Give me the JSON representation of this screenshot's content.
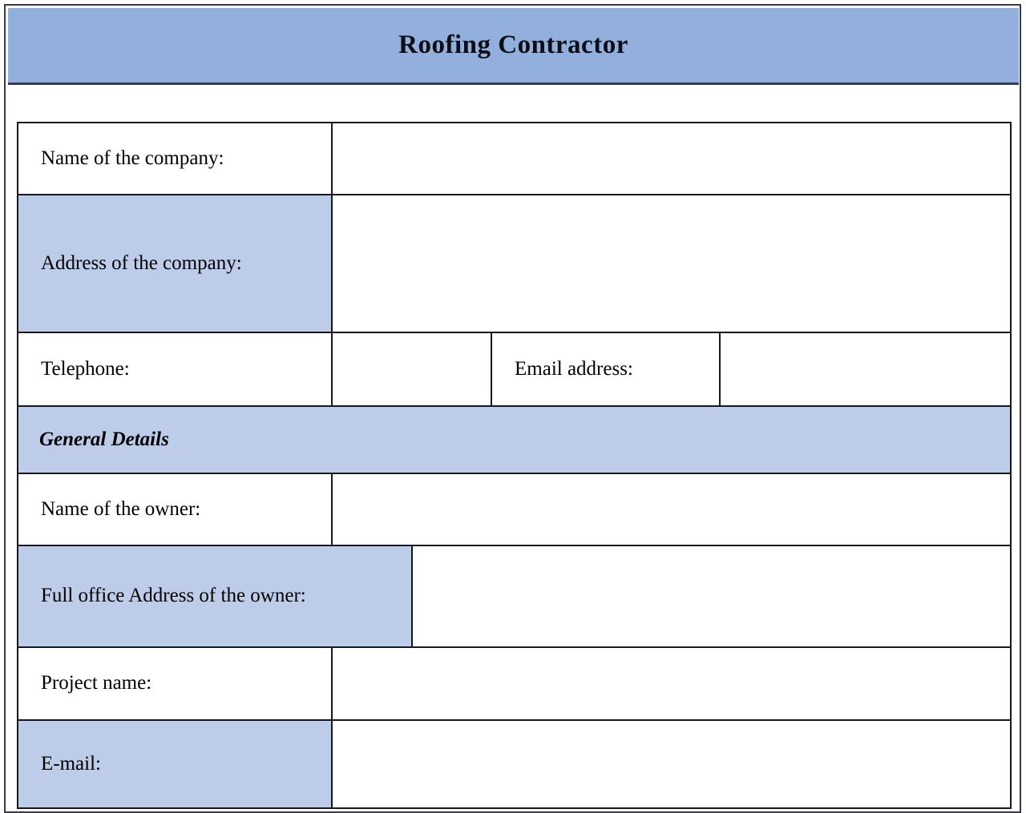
{
  "document": {
    "title": "Roofing Contractor",
    "colors": {
      "banner_blue": "#93b0dc",
      "cell_blue": "#bdcce8",
      "border": "#171722",
      "text": "#000000"
    }
  },
  "form": {
    "rows": [
      {
        "label": "Name of the company:",
        "value": "",
        "shaded": false
      },
      {
        "label": "Address of the company:",
        "value": "",
        "shaded": true
      },
      {
        "label_1": "Telephone:",
        "value_1": "",
        "label_2": "Email address:",
        "value_2": "",
        "shaded": false
      }
    ],
    "company": {
      "name_label": "Name of the company:",
      "name_value": "",
      "address_label": "Address of the company:",
      "address_value": "",
      "telephone_label": "Telephone:",
      "telephone_value": "",
      "email_label": "Email address:",
      "email_value": ""
    },
    "section_general": {
      "heading": "General Details",
      "owner_name_label": "Name of the owner:",
      "owner_name_value": "",
      "owner_address_label": "Full office Address of the owner:",
      "owner_address_value": "",
      "project_name_label": "Project name:",
      "project_name_value": "",
      "email_label": "E-mail:",
      "email_value": ""
    }
  }
}
